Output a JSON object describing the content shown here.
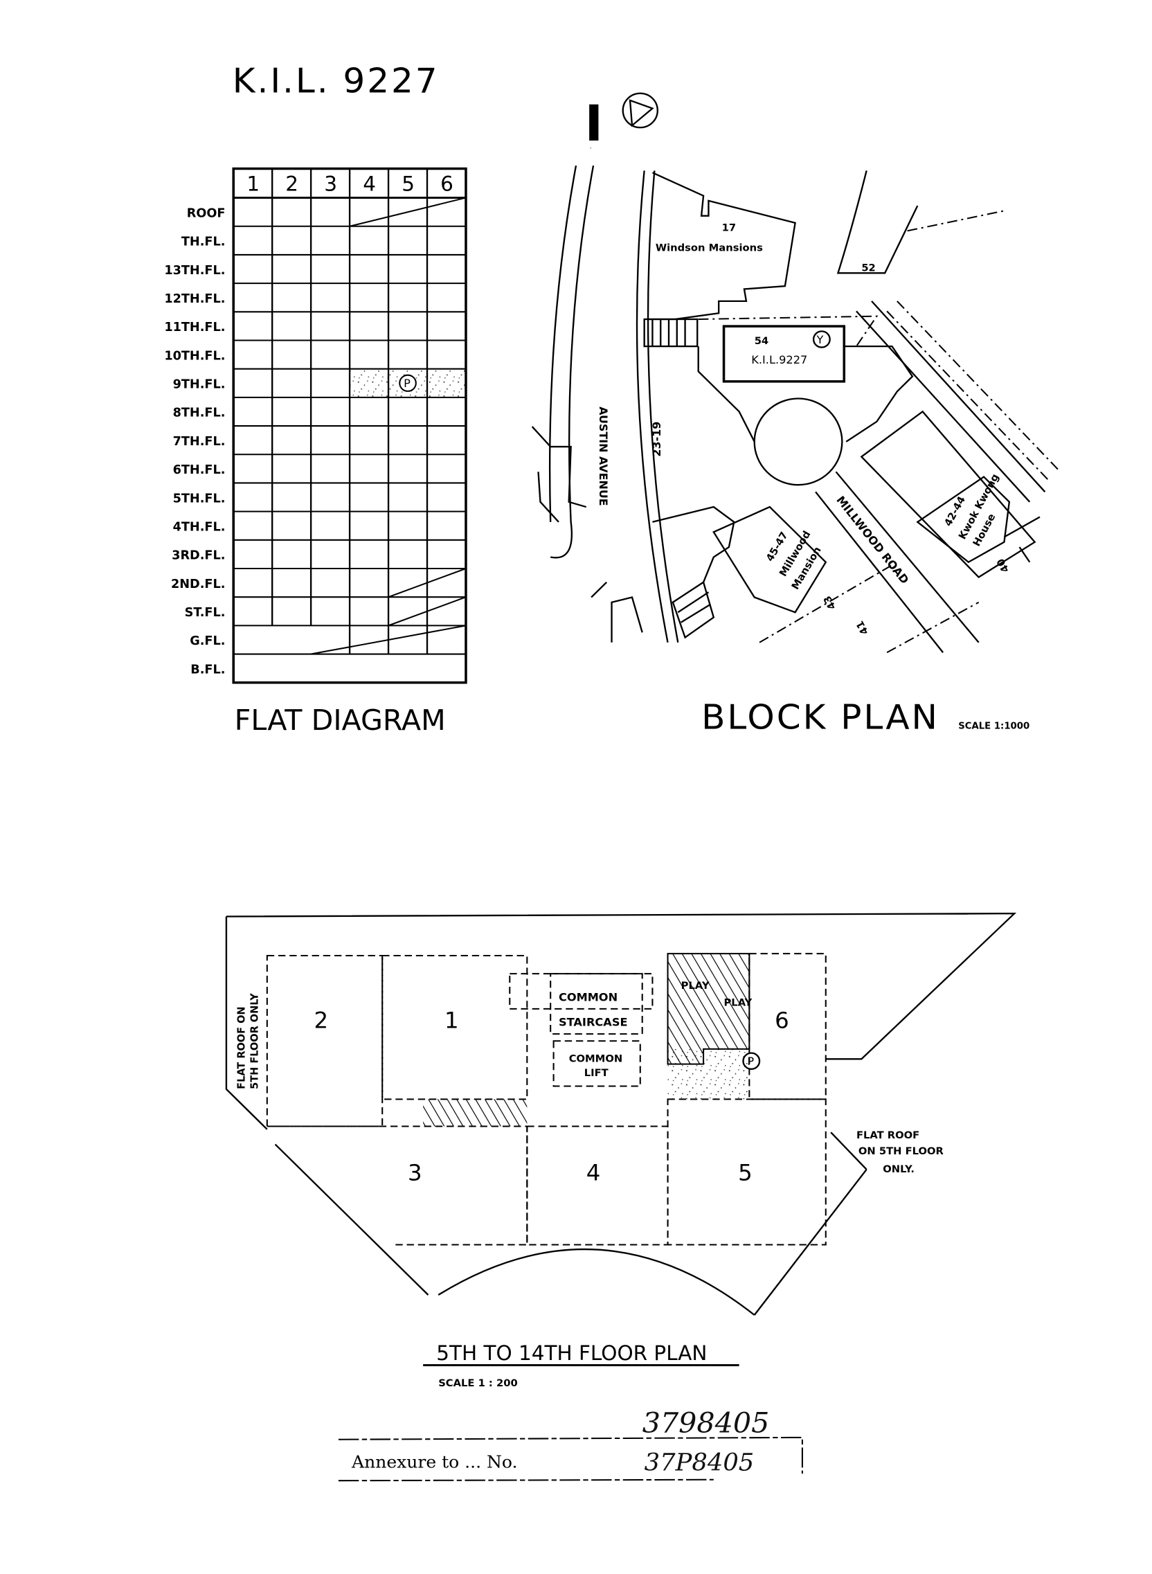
{
  "document_title": "K.I.L. 9227",
  "flat_diagram": {
    "title": "FLAT DIAGRAM",
    "columns": [
      "1",
      "2",
      "3",
      "4",
      "5",
      "6"
    ],
    "rows": [
      "ROOF",
      "TH.FL.",
      "13TH.FL.",
      "12TH.FL.",
      "11TH.FL.",
      "10TH.FL.",
      "9TH.FL.",
      "8TH.FL.",
      "7TH.FL.",
      "6TH.FL.",
      "5TH.FL.",
      "4TH.FL.",
      "3RD.FL.",
      "2ND.FL.",
      "ST.FL.",
      "G.FL.",
      "B.FL."
    ],
    "marked_unit_symbol": "P"
  },
  "block_plan": {
    "title": "BLOCK PLAN",
    "scale": "SCALE 1:1000",
    "north_label": "N",
    "labels": {
      "austin_avenue": "AUSTIN AVENUE",
      "no_23_19": "23-19",
      "no_17": "17",
      "windson": "Windson Mansions",
      "no_52": "52",
      "no_54": "54",
      "lot": "K.I.L.9227",
      "lot_marker": "Y",
      "millwood_road": "MILLWOOD ROAD",
      "millwood_no": "45-47",
      "millwood_1": "Millwood",
      "millwood_2": "Mansion",
      "kwok_no": "42-44",
      "kwok_1": "Kwok Kwong",
      "kwok_2": "House",
      "no_40": "40",
      "no_43": "43",
      "no_41": "41"
    }
  },
  "floor_plan": {
    "title": "5TH TO 14TH FLOOR PLAN",
    "scale": "SCALE 1 : 200",
    "units": [
      "1",
      "2",
      "3",
      "4",
      "5",
      "6"
    ],
    "marked_unit_symbol": "P",
    "flat_roof_left_1": "FLAT ROOF ON",
    "flat_roof_left_2": "5TH FLOOR ONLY",
    "flat_roof_right_1": "FLAT ROOF",
    "flat_roof_right_2": "ON 5TH FLOOR",
    "flat_roof_right_3": "ONLY.",
    "staircase_1": "COMMON",
    "staircase_2": "STAIRCASE",
    "lift_1": "COMMON",
    "lift_2": "LIFT",
    "play_1": "PLAY",
    "play_2": "PLAY"
  },
  "annotation": {
    "handwritten_number": "3798405",
    "annexure_text": "Annexure to ...  No.",
    "annexure_handwritten": "37P8405"
  }
}
